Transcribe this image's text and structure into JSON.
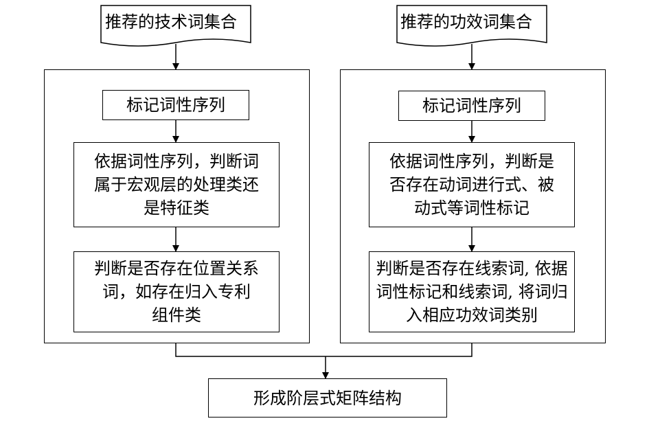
{
  "left": {
    "input": "推荐的技术词集合",
    "step1": "标记词性序列",
    "step2": "依据词性序列，判断词\n属于宏观层的处理类还\n是特征类",
    "step3": "判断是否存在位置关系\n词，如存在归入专利\n组件类"
  },
  "right": {
    "input": "推荐的功效词集合",
    "step1": "标记词性序列",
    "step2": "依据词性序列，判断是\n否存在动词进行式、被\n动式等词性标记",
    "step3": "判断是否存在线索词, 依据\n词性标记和线索词, 将词归\n入相应功效词类别"
  },
  "output": "形成阶层式矩阵结构"
}
